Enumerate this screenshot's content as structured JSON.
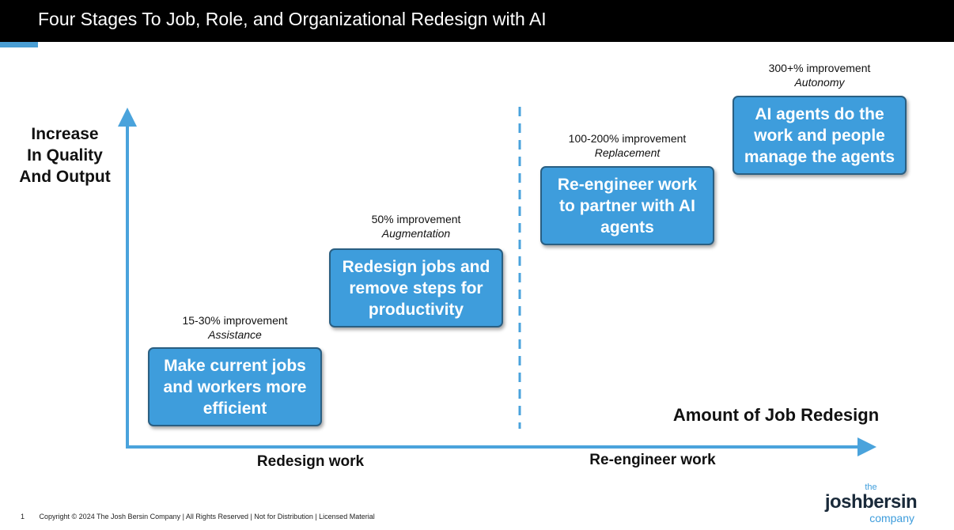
{
  "header": {
    "title": "Four Stages To Job, Role, and Organizational Redesign with AI"
  },
  "axes": {
    "y_label_lines": [
      "Increase",
      "In Quality",
      "And Output"
    ],
    "x_label": "Amount of Job Redesign"
  },
  "regions": [
    {
      "label": "Redesign work"
    },
    {
      "label": "Re-engineer work"
    }
  ],
  "stages": [
    {
      "improvement": "15-30% improvement",
      "stage": "Assistance",
      "text": "Make current jobs and workers more efficient"
    },
    {
      "improvement": "50% improvement",
      "stage": "Augmentation",
      "text": "Redesign jobs and remove steps for productivity"
    },
    {
      "improvement": "100-200% improvement",
      "stage": "Replacement",
      "text": "Re-engineer work to partner with AI agents"
    },
    {
      "improvement": "300+% improvement",
      "stage": "Autonomy",
      "text": "AI agents do the work and people manage the agents"
    }
  ],
  "footer": {
    "page_number": "1",
    "copyright": "Copyright © 2024 The Josh Bersin Company | All Rights Reserved | Not for Distribution | Licensed Material"
  },
  "logo": {
    "top": "the",
    "main": "joshbersin",
    "bottom": "company"
  },
  "colors": {
    "accent": "#3e9ddc",
    "box_border": "#2a5f82",
    "header_bg": "#000000"
  }
}
